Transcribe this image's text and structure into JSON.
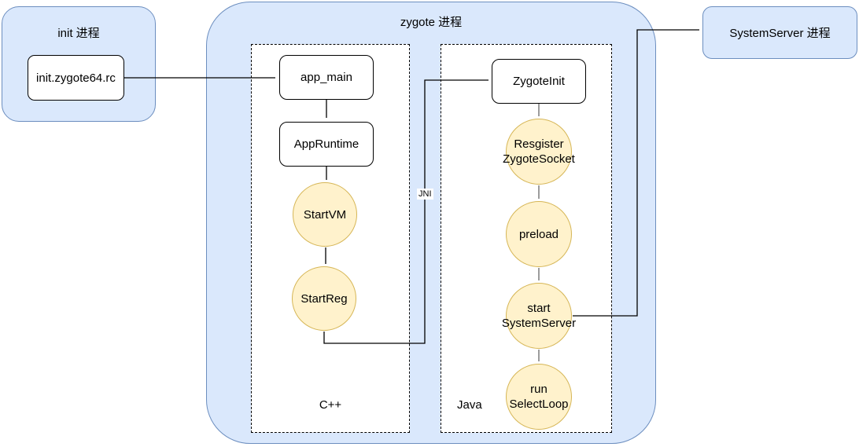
{
  "diagram": {
    "init_process": {
      "title": "init 进程",
      "node": "init.zygote64.rc"
    },
    "zygote_process": {
      "title": "zygote 进程",
      "jni_label": "JNI",
      "cpp_section": {
        "label": "C++",
        "nodes": {
          "app_main": "app_main",
          "app_runtime": "AppRuntime",
          "start_vm": "StartVM",
          "start_reg": "StartReg"
        }
      },
      "java_section": {
        "label": "Java",
        "nodes": {
          "zygote_init": "ZygoteInit",
          "register_zygote_socket": "Resgister\nZygoteSocket",
          "preload": "preload",
          "start_system_server": "start\nSystemServer",
          "run_select_loop": "run\nSelectLoop"
        }
      }
    },
    "system_server_process": {
      "title": "SystemServer 进程"
    },
    "edges": [
      "init.zygote64.rc -> app_main",
      "app_main -> AppRuntime",
      "AppRuntime -> StartVM",
      "StartVM -> StartReg",
      "StartReg -> ZygoteInit (JNI)",
      "ZygoteInit -> Resgister ZygoteSocket",
      "Resgister ZygoteSocket -> preload",
      "preload -> start SystemServer",
      "start SystemServer -> run SelectLoop",
      "start SystemServer -> SystemServer 进程"
    ]
  },
  "colors": {
    "process_fill": "#dae8fc",
    "process_border": "#6c8ebf",
    "step_fill": "#fff2cc",
    "step_border": "#d6b656",
    "node_fill": "#ffffff",
    "node_border": "#000000",
    "arrow_primary": "#000000",
    "arrow_secondary": "#666666",
    "background": "#ffffff"
  }
}
